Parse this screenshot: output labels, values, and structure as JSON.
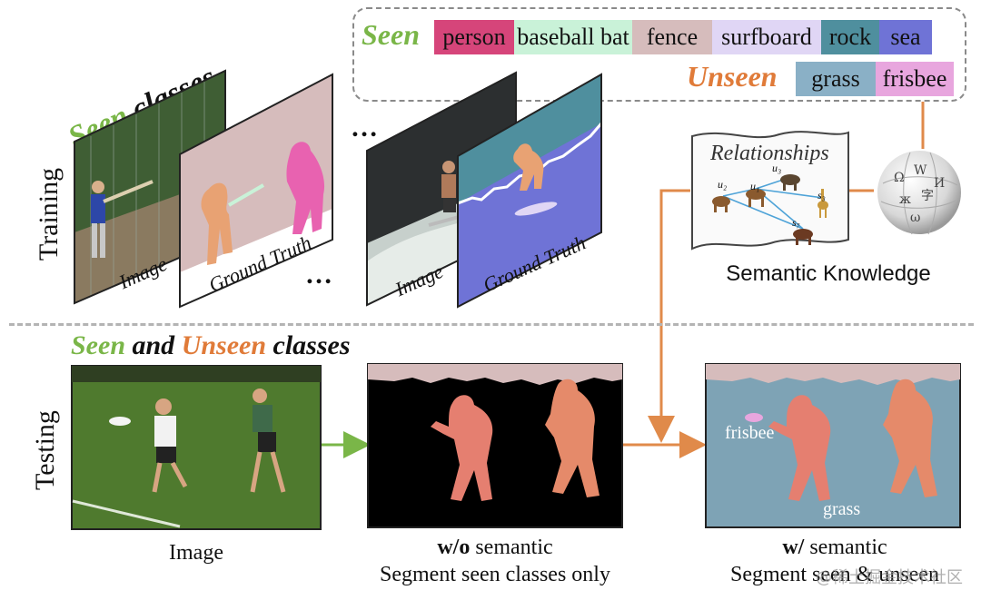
{
  "legend": {
    "seen_label": "Seen",
    "unseen_label": "Unseen",
    "seen_classes": [
      {
        "name": "person",
        "color": "#d6457a"
      },
      {
        "name": "baseball bat",
        "color": "#c9f2d8"
      },
      {
        "name": "fence",
        "color": "#d6bcbc"
      },
      {
        "name": "surfboard",
        "color": "#e0d6f5"
      },
      {
        "name": "rock",
        "color": "#4f8f9e"
      },
      {
        "name": "sea",
        "color": "#6f73d6"
      }
    ],
    "unseen_classes": [
      {
        "name": "grass",
        "color": "#8ab0c6"
      },
      {
        "name": "frisbee",
        "color": "#e8a6de"
      }
    ]
  },
  "training": {
    "row_label": "Training",
    "heading_seen": "Seen",
    "heading_classes": "classes",
    "image_label_1": "Image",
    "gt_label_1": "Ground Truth",
    "image_label_2": "Image",
    "gt_label_2": "Ground Truth",
    "ellipsis_top": "…",
    "ellipsis_bottom": "…"
  },
  "knowledge": {
    "relationships_title": "Relationships",
    "caption": "Semantic Knowledge",
    "node_labels": [
      "u₂",
      "u₁",
      "u₃",
      "s₃",
      "s₇"
    ]
  },
  "testing": {
    "row_label": "Testing",
    "heading_seen": "Seen",
    "heading_and": "and",
    "heading_unseen": "Unseen",
    "heading_classes": "classes",
    "image_caption": "Image",
    "wo_bold": "w/o",
    "wo_rest": " semantic",
    "wo_sub": "Segment seen classes only",
    "w_bold": "w/",
    "w_rest": " semantic",
    "w_sub": "Segment seen & unseen",
    "frisbee_label": "frisbee",
    "grass_label": "grass"
  },
  "colors": {
    "seen_green": "#7ab648",
    "unseen_orange": "#e07b39",
    "arrow_orange": "#e08a4a",
    "arrow_green": "#7ab648"
  },
  "watermark": "@稀土掘金技术社区"
}
